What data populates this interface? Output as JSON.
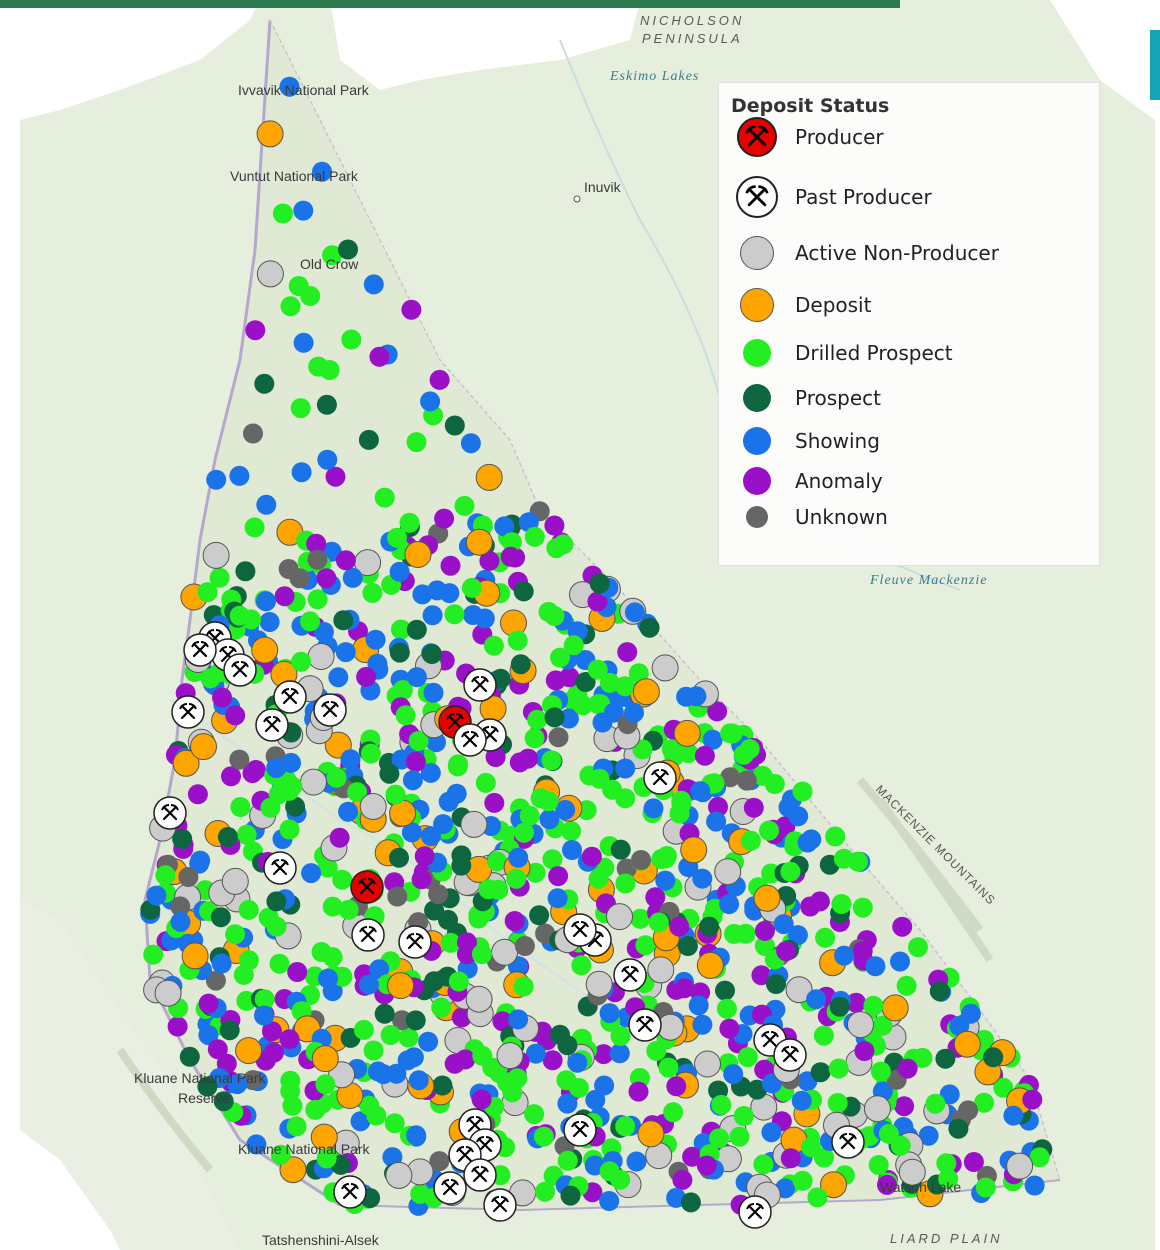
{
  "map": {
    "place_labels": [
      {
        "text": "Ivvavik National Park",
        "style": "lbl"
      },
      {
        "text": "Vuntut National Park",
        "style": "lbl"
      },
      {
        "text": "Old Crow",
        "style": "lbl"
      },
      {
        "text": "Inuvik",
        "style": "lbl"
      },
      {
        "text": "NICHOLSON",
        "style": "lbl-sp"
      },
      {
        "text": "PENINSULA",
        "style": "lbl-sp"
      },
      {
        "text": "Eskimo Lakes",
        "style": "lbl-it"
      },
      {
        "text": "Fleuve Mackenzie",
        "style": "lbl-it"
      },
      {
        "text": "MACKENZIE MOUNTAINS",
        "style": "lbl-mtn"
      },
      {
        "text": "Kluane National Park",
        "style": "lbl"
      },
      {
        "text": "Reserve",
        "style": "lbl"
      },
      {
        "text": "Kluane National Park",
        "style": "lbl"
      },
      {
        "text": "Watson Lake",
        "style": "lbl"
      },
      {
        "text": "Tatshenshini-Alsek",
        "style": "lbl"
      },
      {
        "text": "LIARD PLAIN",
        "style": "lbl-sp"
      }
    ]
  },
  "legend": {
    "title": "Deposit Status",
    "items": [
      {
        "label": "Producer",
        "color": "#e60000",
        "icon": "pickaxe-icon"
      },
      {
        "label": "Past Producer",
        "color": "#ffffff",
        "icon": "pickaxe-icon"
      },
      {
        "label": "Active Non-Producer",
        "color": "#cccccc",
        "icon": ""
      },
      {
        "label": "Deposit",
        "color": "#ffa500",
        "icon": ""
      },
      {
        "label": "Drilled Prospect",
        "color": "#22ee22",
        "icon": ""
      },
      {
        "label": "Prospect",
        "color": "#0d6640",
        "icon": ""
      },
      {
        "label": "Showing",
        "color": "#1a73e8",
        "icon": ""
      },
      {
        "label": "Anomaly",
        "color": "#9a10c8",
        "icon": ""
      },
      {
        "label": "Unknown",
        "color": "#666666",
        "icon": ""
      }
    ]
  }
}
